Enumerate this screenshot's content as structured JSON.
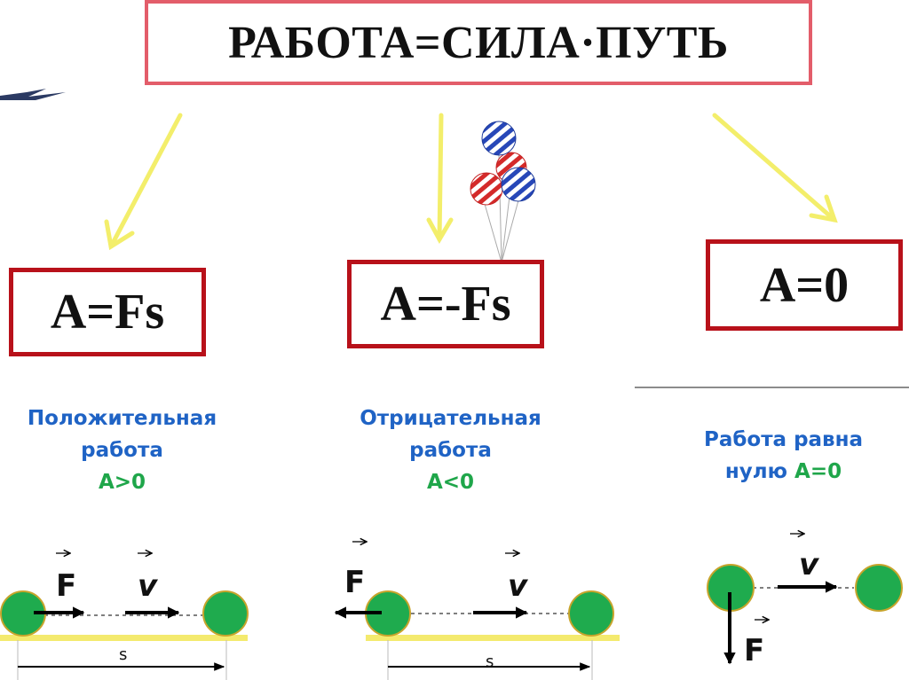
{
  "title": "РАБОТА=СИЛА·ПУТЬ",
  "columns": [
    {
      "formula": "A=Fs",
      "caption_line1": "Положительная",
      "caption_line2": "работа",
      "condition": "A>0"
    },
    {
      "formula": "A=-Fs",
      "caption_line1": "Отрицательная",
      "caption_line2": "работа",
      "condition": "A<0"
    },
    {
      "formula": "A=0",
      "caption_line1": "Работа равна",
      "caption_line2": "нулю",
      "condition": "A=0"
    }
  ],
  "symbols": {
    "force": "F",
    "velocity": "v",
    "distance": "s"
  },
  "colors": {
    "title_border": "#e35d6a",
    "formula_border": "#b8111a",
    "arrow_yellow": "#f3ee6b",
    "caption_blue": "#1f63c5",
    "caption_green": "#1fa64a",
    "ball_green": "#1fab4e",
    "ball_outline": "#c7a42c",
    "surface_yellow": "#f4ea6e"
  }
}
